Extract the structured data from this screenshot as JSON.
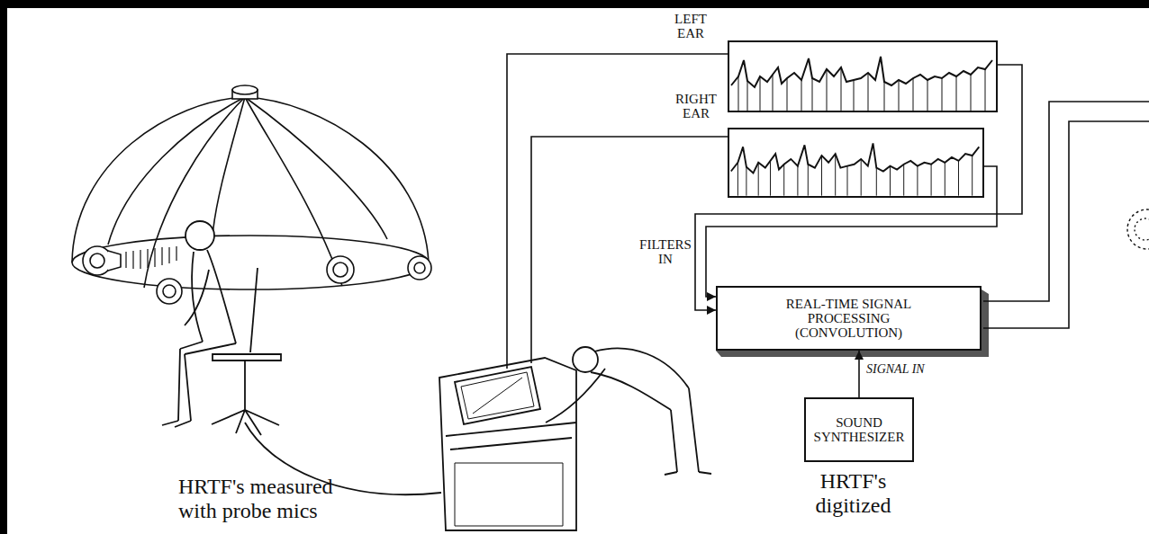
{
  "diagram": {
    "nodes": [
      {
        "text": [
          "LEFT EAR"
        ]
      },
      {
        "text": [
          "RIGHT EAR"
        ]
      },
      {
        "text": [
          "REAL-TIME SIGNAL PROCESSING (CONVOLUTION)"
        ]
      },
      {
        "text": [
          "SOUND SYNTHESIZER"
        ]
      }
    ],
    "edges": [
      {
        "from": 0,
        "to": 2,
        "arrow": "to"
      },
      {
        "from": 1,
        "to": 2,
        "arrow": "to"
      },
      {
        "from": 3,
        "to": 2,
        "label": "SIGNAL IN",
        "arrow": "to"
      }
    ],
    "labels": [
      "FILTERS IN",
      "HRTF's measured with probe mics",
      "HRTF's digitized"
    ]
  }
}
